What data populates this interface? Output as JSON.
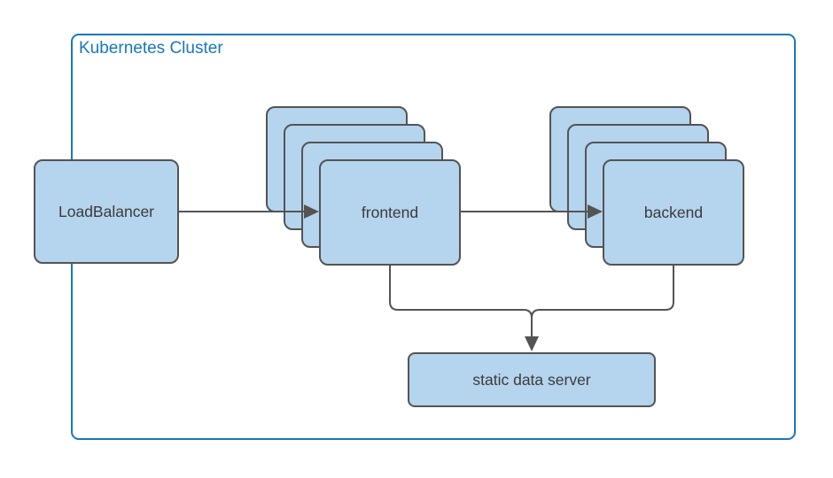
{
  "diagram": {
    "title": "Kubernetes Cluster",
    "type": "architecture"
  },
  "cluster": {
    "label": "Kubernetes Cluster"
  },
  "nodes": {
    "loadbalancer": {
      "label": "LoadBalancer"
    },
    "frontend": {
      "label": "frontend",
      "replicas": 4
    },
    "backend": {
      "label": "backend",
      "replicas": 4
    },
    "static_server": {
      "label": "static data server"
    }
  },
  "edges": [
    {
      "from": "loadbalancer",
      "to": "frontend",
      "arrow": true
    },
    {
      "from": "frontend",
      "to": "backend",
      "arrow": true
    },
    {
      "from": "frontend",
      "to": "static_server",
      "arrow": true
    },
    {
      "from": "backend",
      "to": "static_server",
      "arrow": true
    }
  ],
  "colors": {
    "node_fill": "#b5d4ee",
    "node_border": "#545454",
    "node_text": "#3b3b3b",
    "cluster_border": "#1778be",
    "cluster_text": "#1778be",
    "connector": "#545454",
    "background": "#ffffff"
  }
}
